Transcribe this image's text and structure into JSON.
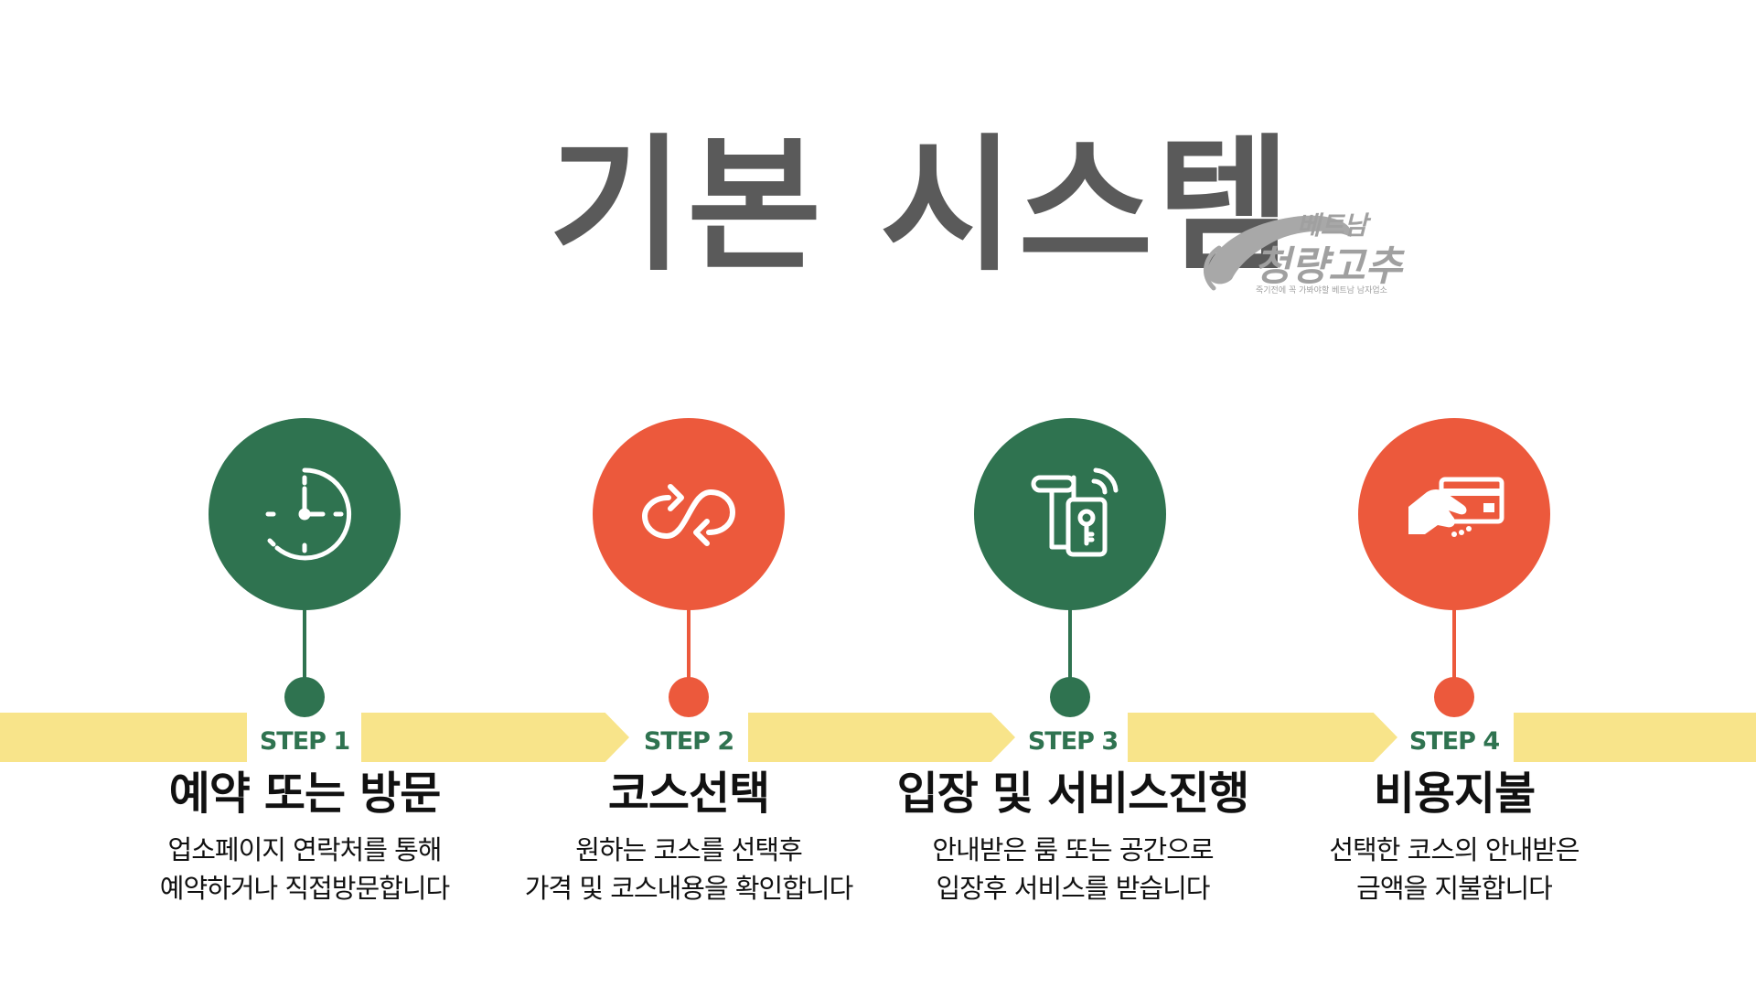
{
  "header": {
    "title": "기본 시스템",
    "logo": {
      "top_text": "베트남",
      "main_text": "청량고추",
      "tagline": "죽기전에 꼭 가봐야할 베트남 남자업소"
    }
  },
  "colors": {
    "green": "#2f7350",
    "red": "#ec593c",
    "band": "#f8e48a",
    "title": "#5a5a5a",
    "logo": "#a0a0a0"
  },
  "steps": [
    {
      "label": "STEP 1",
      "title": "예약 또는 방문",
      "desc": [
        "업소페이지 연락처를 통해",
        "예약하거나 직접방문합니다"
      ],
      "icon": "clock-icon",
      "color": "green"
    },
    {
      "label": "STEP 2",
      "title": "코스선택",
      "desc": [
        "원하는 코스를 선택후",
        "가격 및 코스내용을 확인합니다"
      ],
      "icon": "infinity-arrows-icon",
      "color": "red"
    },
    {
      "label": "STEP 3",
      "title": "입장 및 서비스진행",
      "desc": [
        "안내받은 룸 또는 공간으로",
        "입장후 서비스를 받습니다"
      ],
      "icon": "smart-door-lock-icon",
      "color": "green"
    },
    {
      "label": "STEP 4",
      "title": "비용지불",
      "desc": [
        "선택한 코스의 안내받은",
        "금액을 지불합니다"
      ],
      "icon": "card-payment-icon",
      "color": "red"
    }
  ]
}
